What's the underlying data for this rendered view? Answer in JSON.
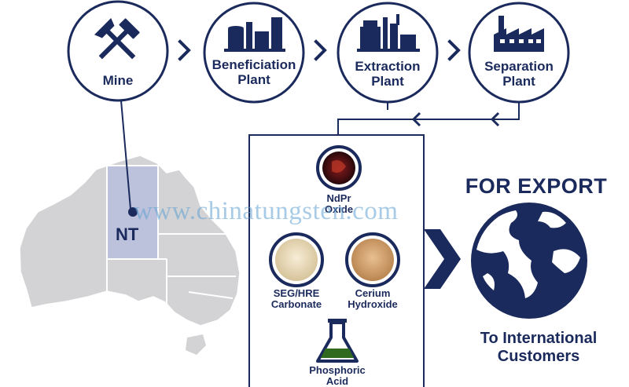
{
  "steps": {
    "mine": [
      "Mine"
    ],
    "beneficiation": [
      "Beneficiation",
      "Plant"
    ],
    "extraction": [
      "Extraction",
      "Plant"
    ],
    "separation": [
      "Separation",
      "Plant"
    ]
  },
  "map": {
    "region_label": "NT"
  },
  "products": {
    "ndpr": [
      "NdPr",
      "Oxide"
    ],
    "seg_hre": [
      "SEG/HRE",
      "Carbonate"
    ],
    "cerium": [
      "Cerium",
      "Hydroxide"
    ],
    "phosphoric": [
      "Phosphoric",
      "Acid"
    ]
  },
  "export": {
    "title": "FOR EXPORT",
    "caption": [
      "To International",
      "Customers"
    ]
  },
  "watermark": "www.chinatungsten.com",
  "colors": {
    "navy": "#1b2a5c",
    "map_grey": "#d2d2d4",
    "nt_highlight": "#bcc1dc",
    "watermark": "#5fa0d2"
  }
}
